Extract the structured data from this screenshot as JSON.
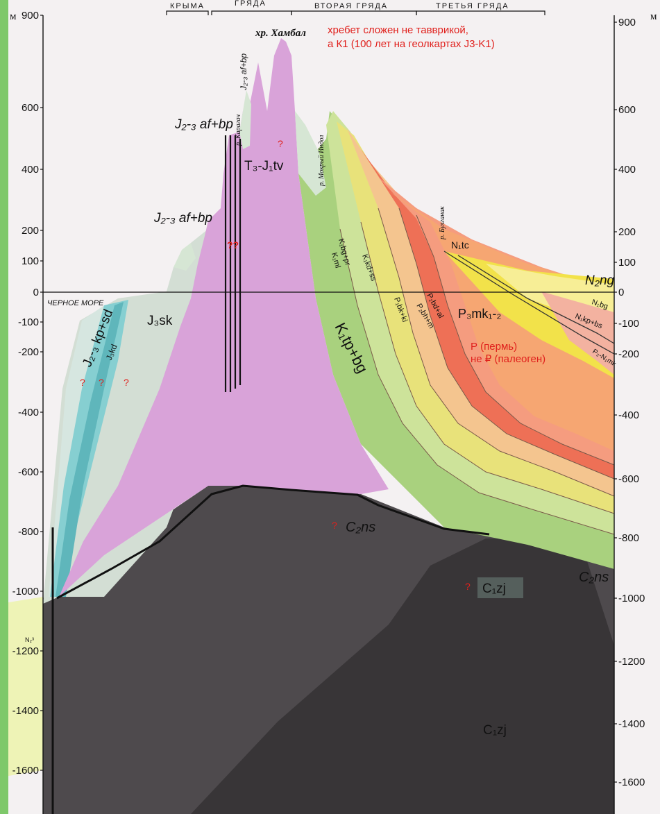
{
  "left_axis": {
    "unit": "м",
    "ticks": [
      "900",
      "600",
      "400",
      "200",
      "100",
      "0",
      "-100",
      "-200",
      "-400",
      "-600",
      "-800",
      "-1000",
      "-1200",
      "-1400",
      "-1600"
    ]
  },
  "right_axis": {
    "unit": "м",
    "ticks": [
      "900",
      "600",
      "400",
      "200",
      "100",
      "0",
      "-100",
      "-200",
      "-400",
      "-600",
      "-800",
      "-1000",
      "-1200",
      "-1400",
      "-1600"
    ]
  },
  "header": {
    "segments": [
      "КРЫМА",
      "ГРЯДА",
      "ВТОРАЯ ГРЯДА",
      "ТРЕТЬЯ ГРЯДА"
    ]
  },
  "peak": {
    "name": "хр. Хамбал",
    "note_line1": "хребет сложен не тавврикой,",
    "note_line2": "а К1 (100 лет на геолкартах J3-K1)"
  },
  "rivers": [
    "р. Карагач",
    "р. Мокрый Индол",
    "р. Булганак"
  ],
  "sea_label": "ЧЕРНОЕ МОРЕ",
  "formations": {
    "j23_afbp_top": "J₂-₃ af+bp",
    "j23_afbp_vertical": "J₂-₃ af+bp",
    "j23_afbp_low": "J₂-₃ af+bp",
    "t3j1tv": "T₃-J₁tv",
    "j3sk": "J₃sk",
    "j23_kpsd": "J₂-₃ kp+sd",
    "j3kd": "J₃kd",
    "k1tpbg": "K₁tp+bg",
    "k1bgpr": "K₁bg+pr",
    "k1ml": "K₁ml",
    "k1kdss": "K₁kd+ss",
    "p1bkki": "P₁bk+ki",
    "p2bdal": "P₂bd+al",
    "p2bhm": "P₂bh+m",
    "p3mk": "P₃mk₁-₂",
    "n1tc": "N₁tc",
    "n2ng": "N₂ng",
    "n1bg": "N₁bg",
    "n1kpbs": "N₁kp+bs",
    "p3n1mk": "P₃-N₁mk",
    "c2ns_center": "C₂ns",
    "c2ns_right": "C₂ns",
    "c1zj_box": "C₁zj",
    "c1zj_bottom": "C₁zj",
    "n2_left": "N₂³"
  },
  "red_notes": {
    "perm_line1": "Р (пермь)",
    "perm_line2": "не ₽ (палеоген)",
    "q": "?",
    "qq": "??"
  },
  "colors": {
    "background": "#f4f1f2",
    "violet": "#d9a3d9",
    "green": "#a9d17e",
    "orange": "#f6a672",
    "red_orange": "#ee7056",
    "yellow": "#f2e24a",
    "teal": "#86cfd1",
    "pale": "#d3ded4",
    "dark_grey": "#4e4a4d",
    "darker_grey": "#3a3739",
    "annotation_red": "#e0201c"
  }
}
